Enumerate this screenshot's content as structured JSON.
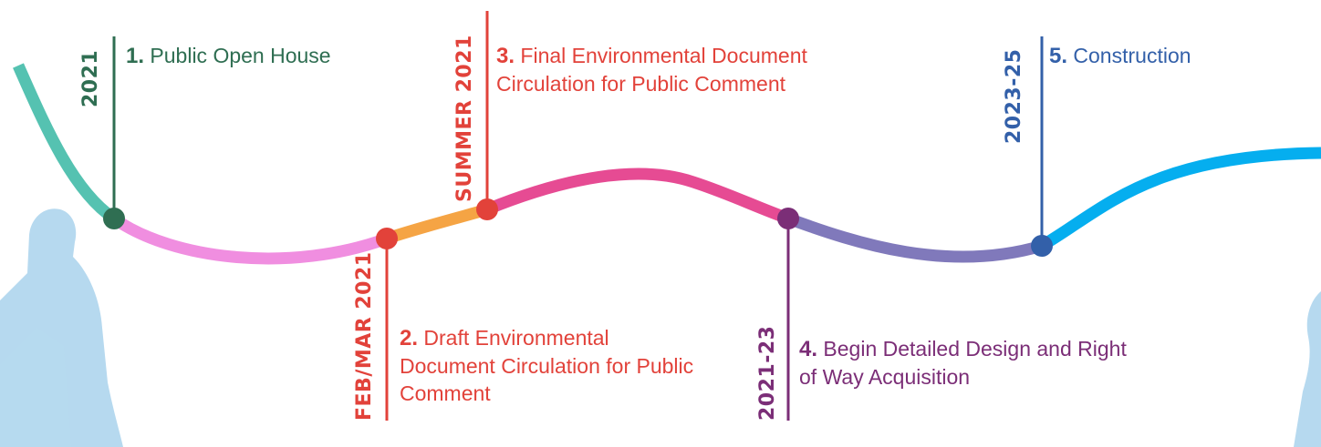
{
  "colors": {
    "green": "#2f6e52",
    "red": "#e2423a",
    "purple": "#7b2e77",
    "blue": "#3360a9",
    "silhouette": "#b6d9ef"
  },
  "milestones": [
    {
      "number": "1.",
      "date": "2021",
      "title": "Public Open House",
      "color": "#2f6e52"
    },
    {
      "number": "2.",
      "date": "FEB/MAR 2021",
      "title": "Draft Environmental Document Circulation for Public Comment",
      "color": "#e2423a"
    },
    {
      "number": "3.",
      "date": "SUMMER 2021",
      "title": "Final Environmental Document Circulation for Public Comment",
      "color": "#e2423a"
    },
    {
      "number": "4.",
      "date": "2021-23",
      "title": "Begin Detailed Design and Right of Way Acquisition",
      "color": "#7b2e77"
    },
    {
      "number": "5.",
      "date": "2023-25",
      "title": "Construction",
      "color": "#3360a9"
    }
  ]
}
